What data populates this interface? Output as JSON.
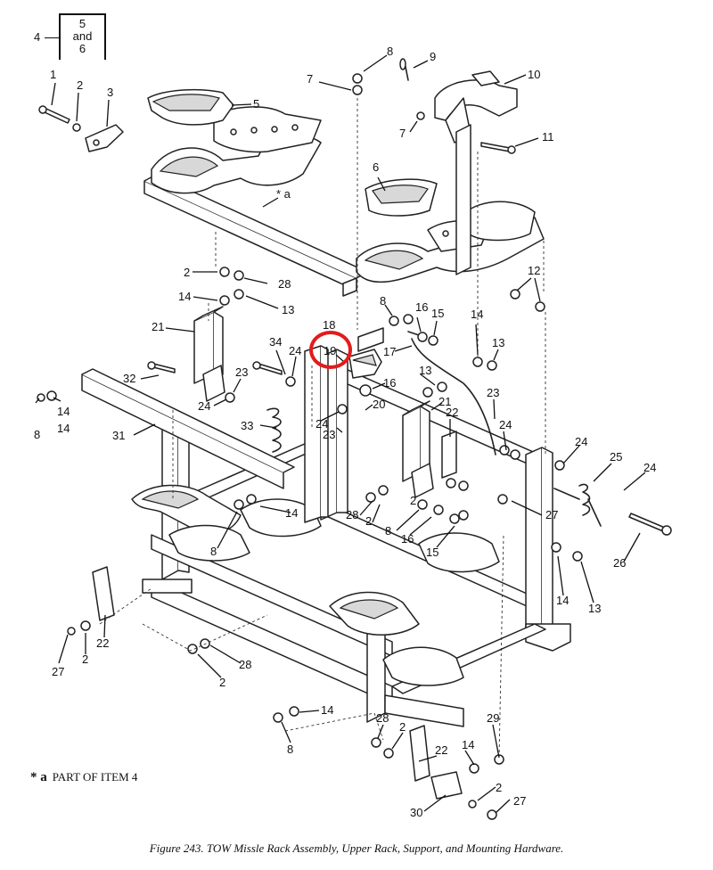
{
  "legend": {
    "item": "4",
    "lines": [
      "5",
      "and",
      "6"
    ]
  },
  "note": {
    "marker": "* a",
    "text": "PART OF ITEM 4"
  },
  "caption": "Figure 243.  TOW Missle Rack Assembly, Upper Rack, Support, and Mounting Hardware.",
  "highlight": {
    "label": "19",
    "color": "#e21c1c"
  },
  "callouts": [
    {
      "label": "1"
    },
    {
      "label": "2"
    },
    {
      "label": "3"
    },
    {
      "label": "5"
    },
    {
      "label": "* a"
    },
    {
      "label": "8"
    },
    {
      "label": "9"
    },
    {
      "label": "7"
    },
    {
      "label": "10"
    },
    {
      "label": "7"
    },
    {
      "label": "11"
    },
    {
      "label": "6"
    },
    {
      "label": "2"
    },
    {
      "label": "28"
    },
    {
      "label": "14"
    },
    {
      "label": "13"
    },
    {
      "label": "12"
    },
    {
      "label": "21"
    },
    {
      "label": "18"
    },
    {
      "label": "8"
    },
    {
      "label": "16"
    },
    {
      "label": "15"
    },
    {
      "label": "14"
    },
    {
      "label": "13"
    },
    {
      "label": "34"
    },
    {
      "label": "24"
    },
    {
      "label": "17"
    },
    {
      "label": "13"
    },
    {
      "label": "32"
    },
    {
      "label": "23"
    },
    {
      "label": "16"
    },
    {
      "label": "14"
    },
    {
      "label": "20"
    },
    {
      "label": "21"
    },
    {
      "label": "22"
    },
    {
      "label": "23"
    },
    {
      "label": "24"
    },
    {
      "label": "8"
    },
    {
      "label": "14"
    },
    {
      "label": "24"
    },
    {
      "label": "33"
    },
    {
      "label": "24"
    },
    {
      "label": "23"
    },
    {
      "label": "31"
    },
    {
      "label": "24"
    },
    {
      "label": "25"
    },
    {
      "label": "24"
    },
    {
      "label": "14"
    },
    {
      "label": "2"
    },
    {
      "label": "28"
    },
    {
      "label": "2"
    },
    {
      "label": "8"
    },
    {
      "label": "16"
    },
    {
      "label": "27"
    },
    {
      "label": "15"
    },
    {
      "label": "8"
    },
    {
      "label": "26"
    },
    {
      "label": "14"
    },
    {
      "label": "13"
    },
    {
      "label": "27"
    },
    {
      "label": "2"
    },
    {
      "label": "22"
    },
    {
      "label": "28"
    },
    {
      "label": "2"
    },
    {
      "label": "14"
    },
    {
      "label": "8"
    },
    {
      "label": "28"
    },
    {
      "label": "2"
    },
    {
      "label": "22"
    },
    {
      "label": "14"
    },
    {
      "label": "29"
    },
    {
      "label": "2"
    },
    {
      "label": "27"
    },
    {
      "label": "30"
    }
  ]
}
